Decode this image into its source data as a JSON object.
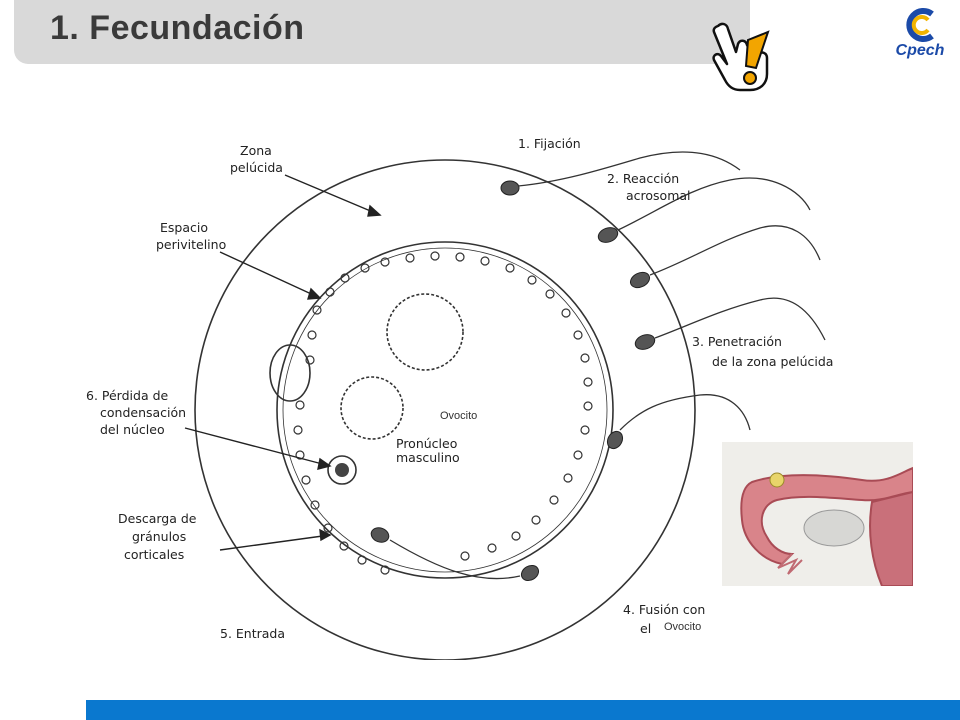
{
  "header": {
    "title": "1. Fecundación"
  },
  "logo": {
    "text": "Cpech"
  },
  "diagram": {
    "labels": {
      "zona": [
        "Zona",
        "pelúcida"
      ],
      "espacio": [
        "Espacio",
        "perivitelino"
      ],
      "fijacion": "1.  Fijación",
      "reaccion": [
        "2.  Reacción",
        "acrosomal"
      ],
      "penetracion": [
        "3.  Penetración",
        "de la zona pelúcida"
      ],
      "perdida": [
        "6.  Pérdida de",
        "condensación",
        "del núcleo"
      ],
      "pronucleo": [
        "Pronúcleo",
        "masculino"
      ],
      "descarga": [
        "Descarga de",
        "gránulos",
        "corticales"
      ],
      "entrada": "5.  Entrada",
      "fusion": [
        "4.  Fusión con",
        "el"
      ]
    },
    "ovocito_1": "Ovocito",
    "ovocito_2": "Ovocito"
  },
  "colors": {
    "footer": "#0a78cf",
    "header_bg": "#d9d9d9",
    "logo": "#1b4aa8"
  },
  "icons": [
    "hand-pointer-icon",
    "exclamation-icon"
  ]
}
